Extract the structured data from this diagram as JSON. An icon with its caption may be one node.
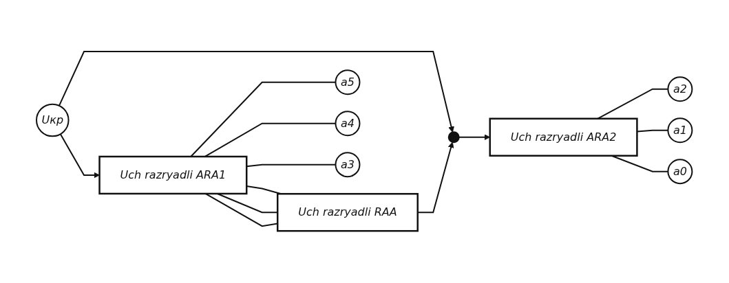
{
  "diagram": {
    "nodes": [
      {
        "text": [
          "Uкр"
        ]
      },
      {
        "text": [
          "Uch razryadli ARA1"
        ]
      },
      {
        "text": [
          "Uch razryadli RAA"
        ]
      },
      {
        "text": [],
        "shape": "circle"
      },
      {
        "text": [
          "Uch razryadli ARA2"
        ]
      },
      {
        "text": [
          "a5"
        ]
      },
      {
        "text": [
          "a4"
        ]
      },
      {
        "text": [
          "a3"
        ]
      },
      {
        "text": [
          "a2"
        ]
      },
      {
        "text": [
          "a1"
        ]
      },
      {
        "text": [
          "a0"
        ]
      }
    ],
    "edges": [
      {
        "from": 0,
        "to": 1,
        "arrow": "to"
      },
      {
        "from": 0,
        "to": 3,
        "arrow": "to"
      },
      {
        "from": 1,
        "to": 2,
        "arrow": "none"
      },
      {
        "from": 1,
        "to": 2,
        "arrow": "none"
      },
      {
        "from": 1,
        "to": 2,
        "arrow": "none"
      },
      {
        "from": 1,
        "to": 5,
        "arrow": "none"
      },
      {
        "from": 1,
        "to": 6,
        "arrow": "none"
      },
      {
        "from": 1,
        "to": 7,
        "arrow": "none"
      },
      {
        "from": 2,
        "to": 3,
        "arrow": "to"
      },
      {
        "from": 3,
        "to": 4,
        "arrow": "to"
      },
      {
        "from": 4,
        "to": 8,
        "arrow": "none"
      },
      {
        "from": 4,
        "to": 9,
        "arrow": "none"
      },
      {
        "from": 4,
        "to": 10,
        "arrow": "none"
      }
    ]
  }
}
